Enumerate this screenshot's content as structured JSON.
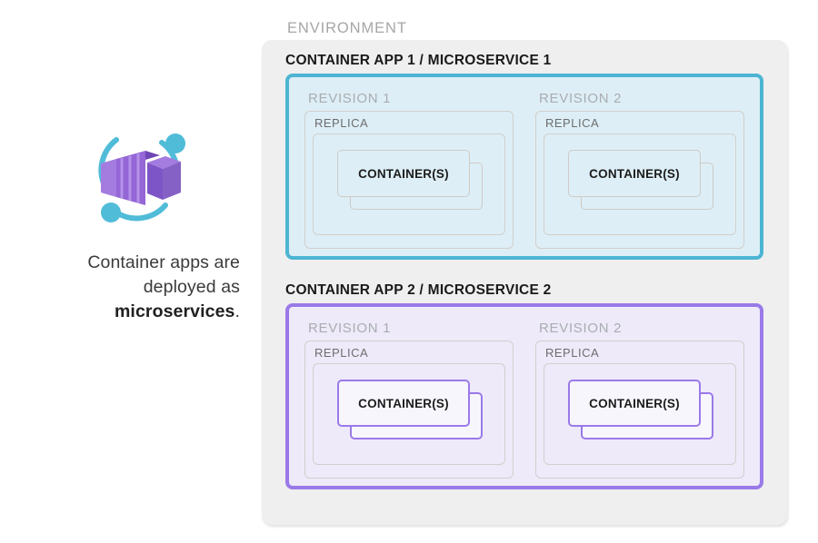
{
  "caption": {
    "line1": "Container apps are",
    "line2": "deployed as",
    "emphasis": "microservices",
    "period": "."
  },
  "icon": {
    "name": "azure-container-apps-icon",
    "purple": "#8661c5",
    "purple_light": "#a47ce0",
    "teal": "#50bcd8"
  },
  "environment": {
    "label": "ENVIRONMENT",
    "label_color": "#a6a6a6",
    "background": "#efefef"
  },
  "apps": [
    {
      "title": "CONTAINER APP 1 / MICROSERVICE 1",
      "accent": "#4db5d3",
      "fill": "#ddeef6",
      "revisions": [
        {
          "title": "REVISION 1",
          "replica": {
            "title": "REPLICA",
            "container_label": "CONTAINER(S)"
          }
        },
        {
          "title": "REVISION 2",
          "replica": {
            "title": "REPLICA",
            "container_label": "CONTAINER(S)"
          }
        }
      ]
    },
    {
      "title": "CONTAINER APP 2 / MICROSERVICE 2",
      "accent": "#9a7ae8",
      "fill": "#eeeafa",
      "revisions": [
        {
          "title": "REVISION 1",
          "replica": {
            "title": "REPLICA",
            "container_label": "CONTAINER(S)"
          }
        },
        {
          "title": "REVISION 2",
          "replica": {
            "title": "REPLICA",
            "container_label": "CONTAINER(S)"
          }
        }
      ]
    }
  ]
}
